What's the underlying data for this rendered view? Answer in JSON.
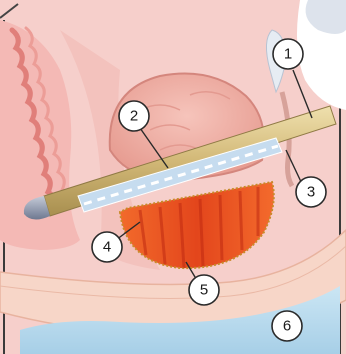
{
  "callouts": [
    {
      "id": "callout-1",
      "label": "1"
    },
    {
      "id": "callout-2",
      "label": "2"
    },
    {
      "id": "callout-3",
      "label": "3"
    },
    {
      "id": "callout-4",
      "label": "4"
    },
    {
      "id": "callout-5",
      "label": "5"
    },
    {
      "id": "callout-6",
      "label": "6"
    }
  ],
  "colors": {
    "background": "#f7d4d0",
    "tissue_pink": "#f3b6b2",
    "tissue_dark": "#e58a86",
    "prostate": "#efb0a6",
    "ablation_zone": "#e8481f",
    "ablation_dark": "#c8321a",
    "probe_gold": "#d6c089",
    "probe_tip": "#8c95aa",
    "transducer": "#b9d3ea",
    "bladder_blue": "#b5d9ee",
    "bowel_wall": "#f7cfc0",
    "pelvic_ring": "#f6dcd0"
  }
}
